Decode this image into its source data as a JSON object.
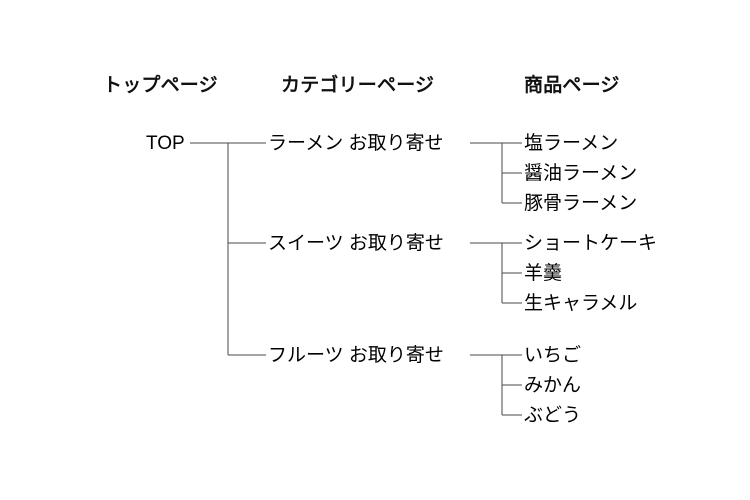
{
  "diagram": {
    "type": "sitemap-tree",
    "background_color": "#ffffff",
    "line_color": "#4a4a4a",
    "text_color": "#000000",
    "columns": [
      {
        "id": "top",
        "label": "トップページ"
      },
      {
        "id": "category",
        "label": "カテゴリーページ"
      },
      {
        "id": "product",
        "label": "商品ページ"
      }
    ],
    "root": {
      "label": "TOP",
      "children": [
        {
          "label": "ラーメン お取り寄せ",
          "children": [
            {
              "label": "塩ラーメン"
            },
            {
              "label": "醤油ラーメン"
            },
            {
              "label": "豚骨ラーメン"
            }
          ]
        },
        {
          "label": "スイーツ お取り寄せ",
          "children": [
            {
              "label": "ショートケーキ"
            },
            {
              "label": "羊羹"
            },
            {
              "label": "生キャラメル"
            }
          ]
        },
        {
          "label": "フルーツ お取り寄せ",
          "children": [
            {
              "label": "いちご"
            },
            {
              "label": "みかん"
            },
            {
              "label": "ぶどう"
            }
          ]
        }
      ]
    }
  }
}
